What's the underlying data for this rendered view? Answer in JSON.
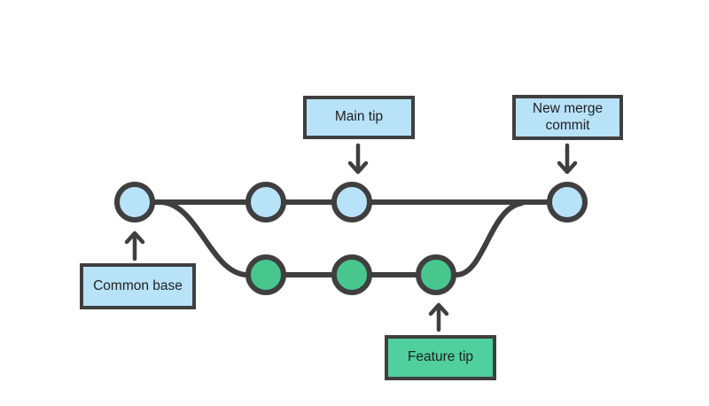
{
  "diagram": {
    "labels": {
      "main_tip": "Main tip",
      "new_merge_commit_line1": "New merge",
      "new_merge_commit_line2": "commit",
      "common_base": "Common base",
      "feature_tip": "Feature tip"
    },
    "branches": {
      "main_commit_count": 4,
      "feature_commit_count": 3
    }
  },
  "colors": {
    "background": "#ffffff",
    "line": "#3f3f3f",
    "node_blue": "#b8e2f8",
    "node_green": "#47c78e",
    "label_blue": "#b8e2f8",
    "label_green": "#4fd09e",
    "text": "#202124"
  }
}
